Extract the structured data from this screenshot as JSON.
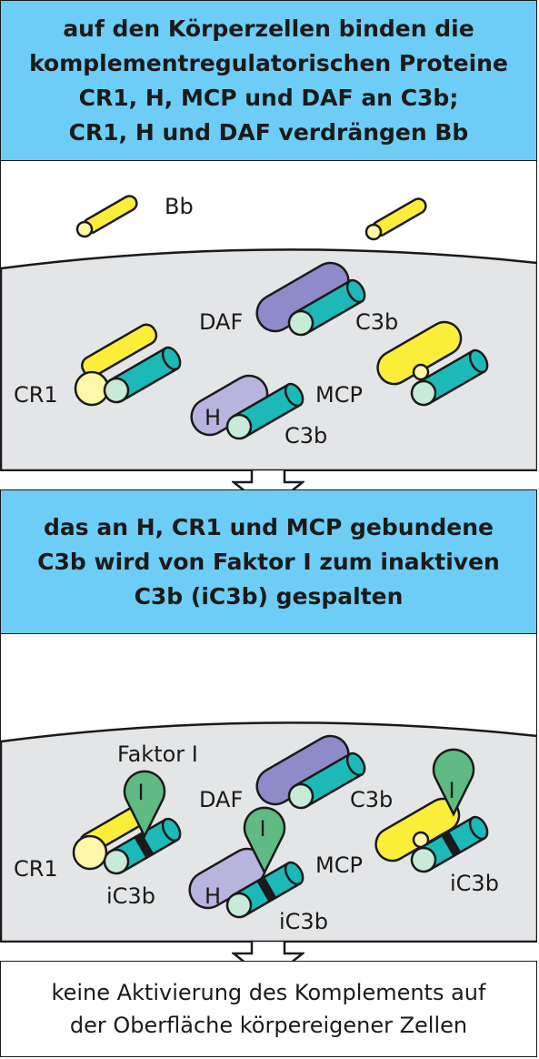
{
  "panel1": {
    "lines": [
      "auf den Körperzellen binden die",
      "komplementregulatorischen Proteine",
      "CR1, H, MCP und DAF an C3b;",
      "CR1, H und DAF verdrängen Bb"
    ]
  },
  "scene1": {
    "bb": "Bb",
    "daf": "DAF",
    "c3b_daf": "C3b",
    "cr1": "CR1",
    "h": "H",
    "c3b_h": "C3b",
    "mcp": "MCP"
  },
  "panel2": {
    "lines": [
      "das an H, CR1 und MCP gebundene",
      "C3b wird von Faktor I zum inaktiven",
      "C3b (iC3b) gespalten"
    ]
  },
  "scene2": {
    "faktor": "Faktor I",
    "i1": "I",
    "i2": "I",
    "i3": "I",
    "daf": "DAF",
    "c3b_daf": "C3b",
    "cr1": "CR1",
    "ic3b_cr1": "iC3b",
    "h": "H",
    "ic3b_h": "iC3b",
    "mcp": "MCP",
    "ic3b_mcp": "iC3b"
  },
  "footer": {
    "lines": [
      "keine Aktivierung des Komplements auf",
      "der Oberfläche körpereigener Zellen"
    ]
  },
  "colors": {
    "header_bg": "#6dcdf5",
    "cell_bg": "#e4e5e7",
    "bb_yellow": "#fbee3a",
    "cr1_light": "#fdf7a8",
    "c3b_teal": "#1cb9b8",
    "c3b_end": "#c8ead8",
    "daf_purple": "#8f8ac8",
    "h_lavender": "#b8b4de",
    "factor_green": "#5fba84"
  }
}
